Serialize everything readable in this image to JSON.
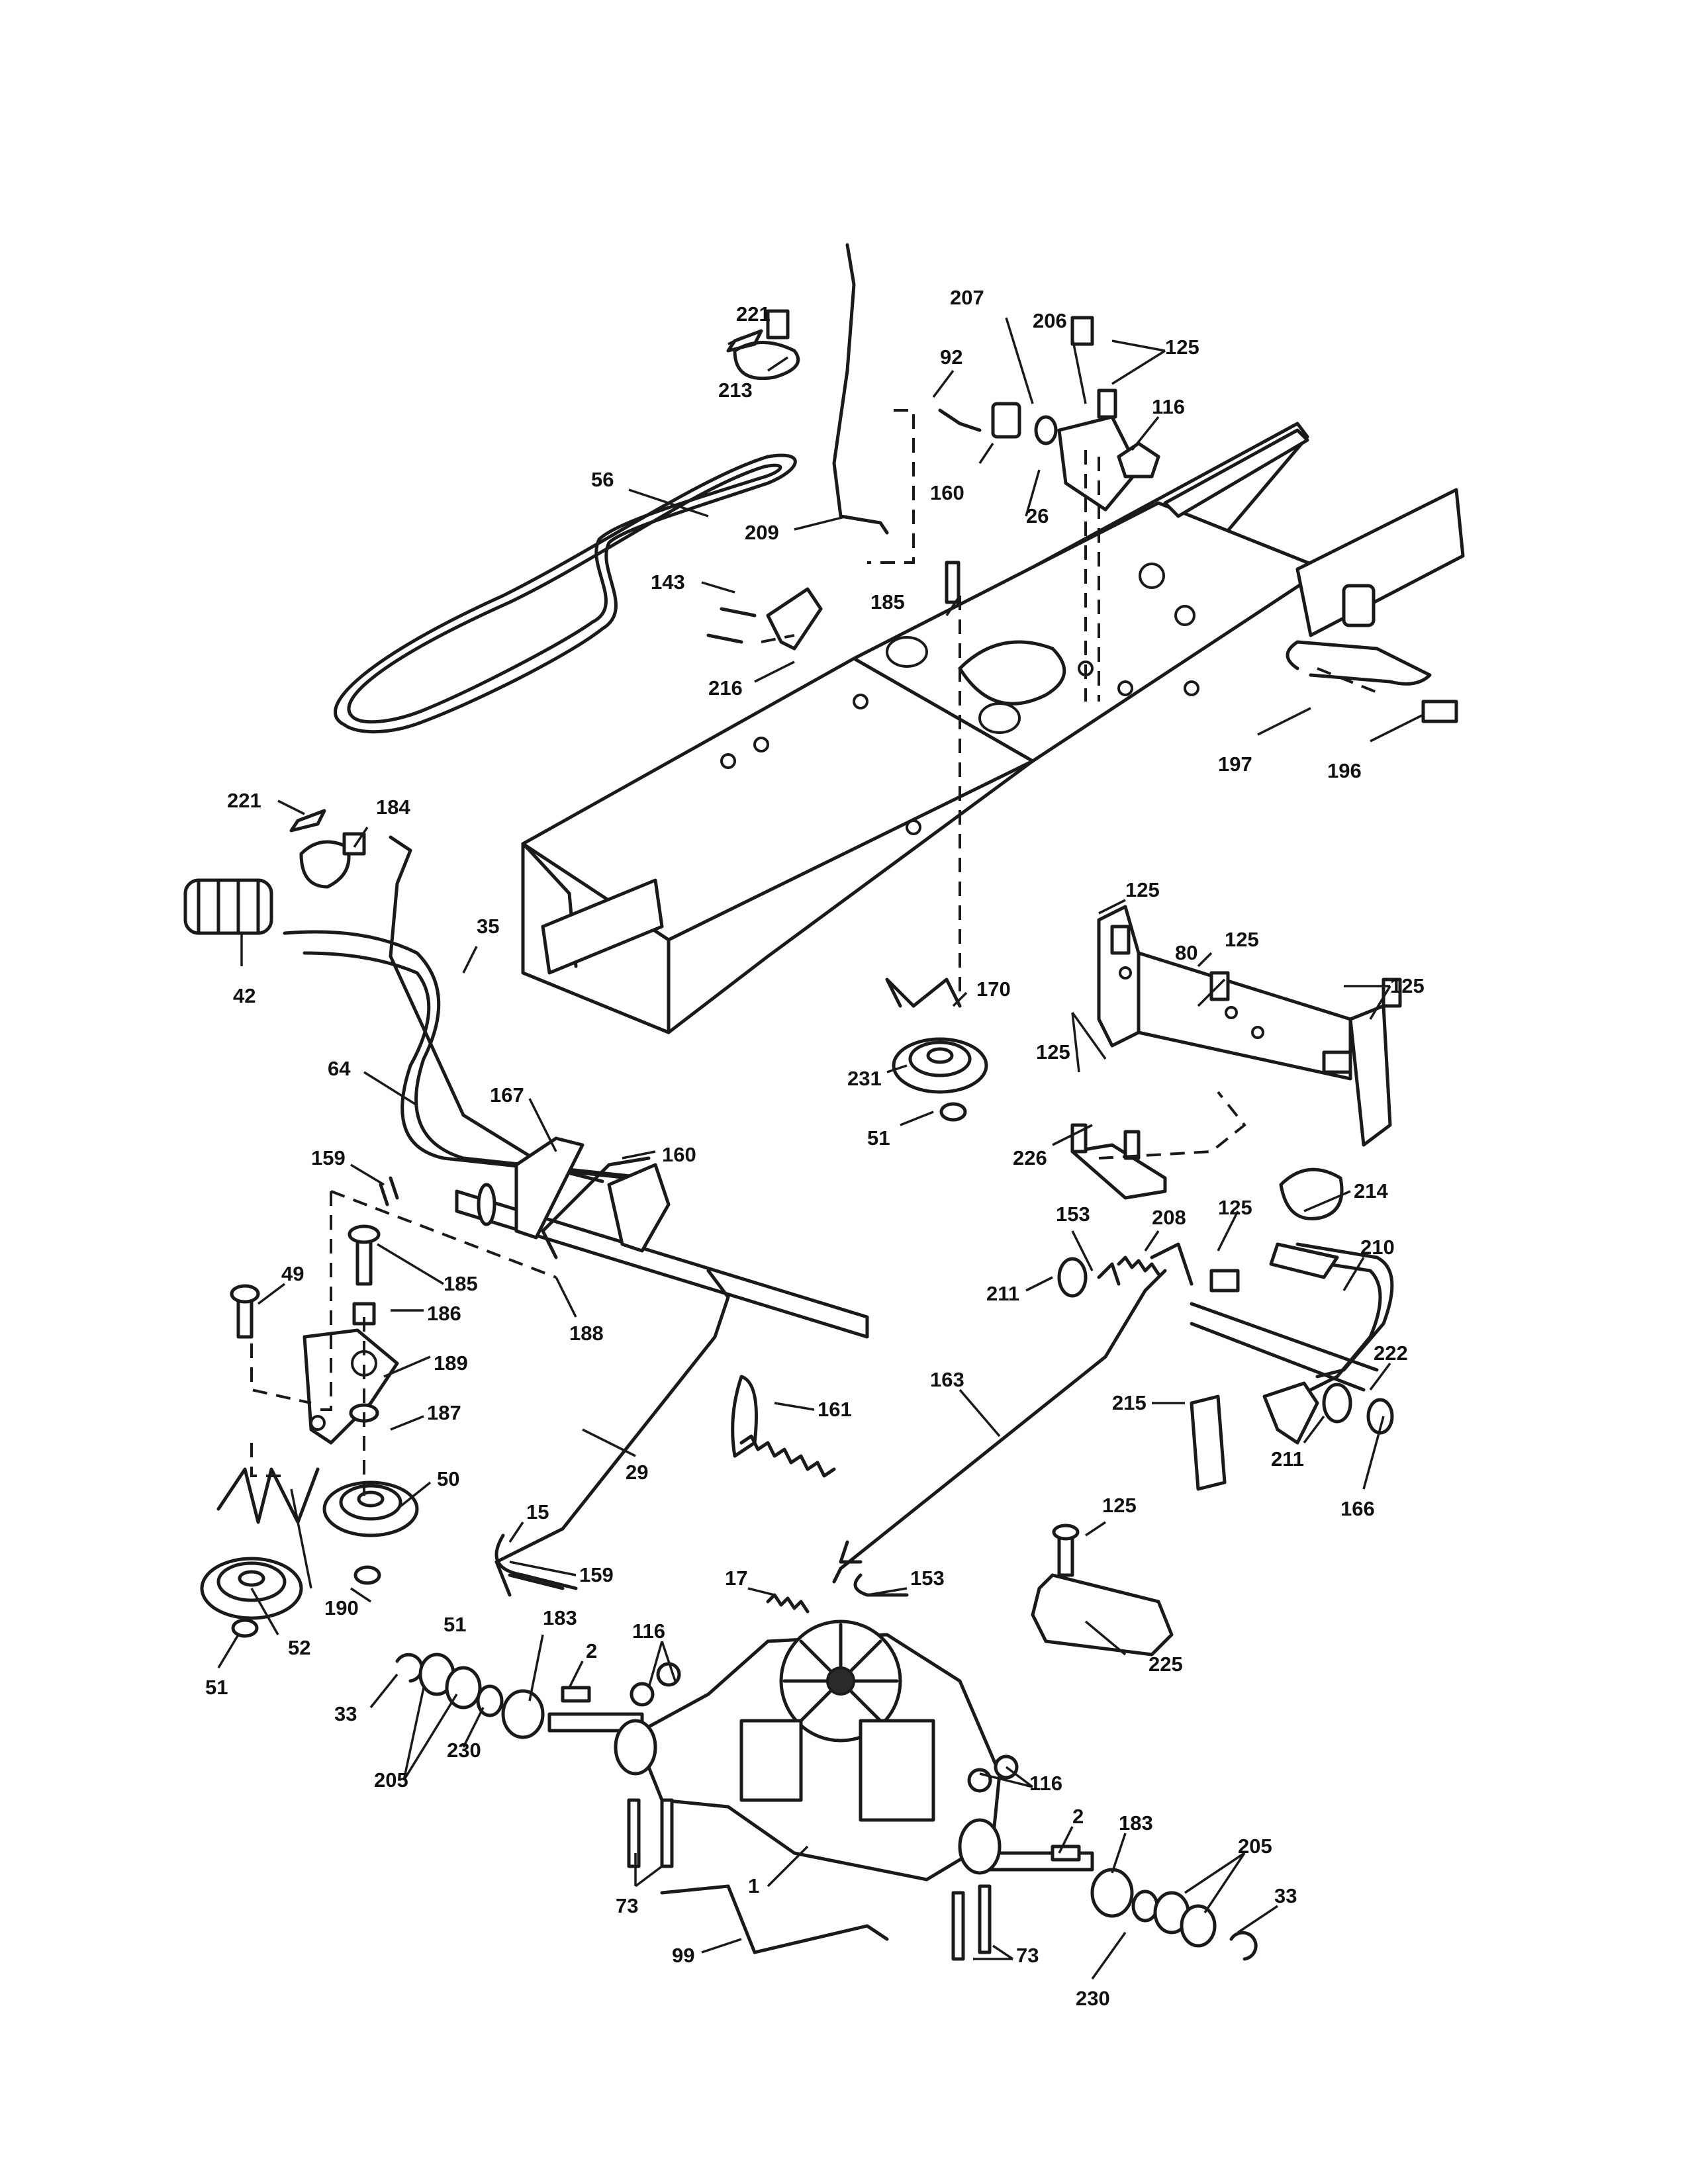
{
  "callouts": [
    "221",
    "213",
    "207",
    "206",
    "125",
    "92",
    "116",
    "56",
    "160",
    "26",
    "209",
    "143",
    "185",
    "216",
    "197",
    "196",
    "221",
    "184",
    "35",
    "42",
    "125",
    "80",
    "125",
    "125",
    "170",
    "125",
    "231",
    "51",
    "226",
    "64",
    "167",
    "160",
    "159",
    "49",
    "185",
    "186",
    "188",
    "189",
    "187",
    "50",
    "29",
    "161",
    "153",
    "208",
    "125",
    "214",
    "210",
    "211",
    "222",
    "163",
    "215",
    "211",
    "166",
    "15",
    "159",
    "190",
    "51",
    "52",
    "51",
    "125",
    "17",
    "153",
    "225",
    "183",
    "116",
    "2",
    "33",
    "205",
    "230",
    "116",
    "73",
    "1",
    "2",
    "183",
    "205",
    "33",
    "73",
    "99",
    "230"
  ]
}
